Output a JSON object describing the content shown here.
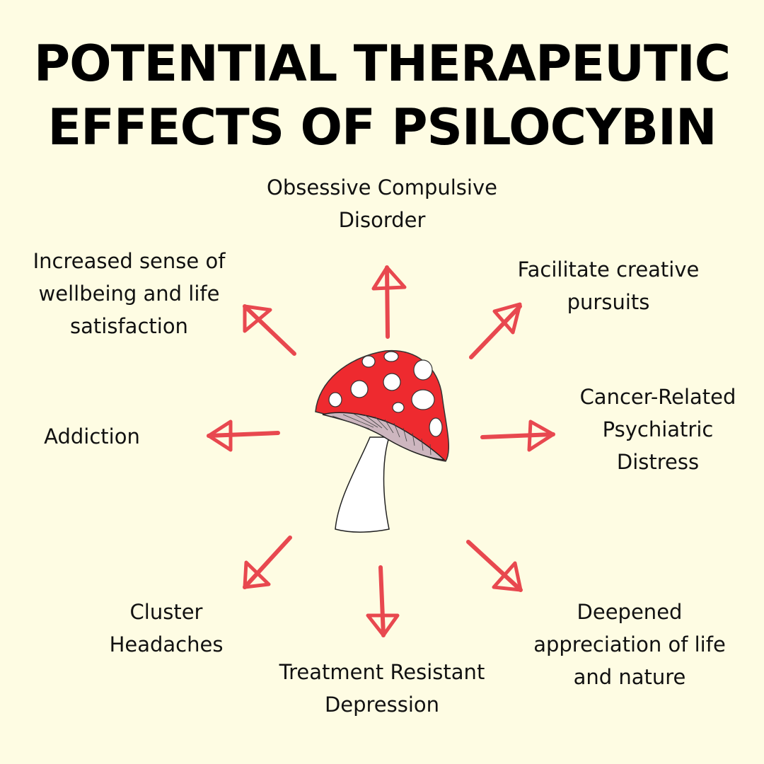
{
  "title": {
    "line1": "POTENTIAL THERAPEUTIC",
    "line2": "EFFECTS OF PSILOCYBIN"
  },
  "effects": [
    {
      "id": "ocd",
      "lines": [
        "Obsessive Compulsive",
        "Disorder"
      ]
    },
    {
      "id": "creative",
      "lines": [
        "Facilitate creative",
        "pursuits"
      ]
    },
    {
      "id": "cancer",
      "lines": [
        "Cancer-Related",
        "Psychiatric",
        "Distress"
      ]
    },
    {
      "id": "appreciation",
      "lines": [
        "Deepened",
        "appreciation of life",
        "and nature"
      ]
    },
    {
      "id": "depression",
      "lines": [
        "Treatment Resistant",
        "Depression"
      ]
    },
    {
      "id": "cluster",
      "lines": [
        "Cluster",
        "Headaches"
      ]
    },
    {
      "id": "addiction",
      "lines": [
        "Addiction"
      ]
    },
    {
      "id": "wellbeing",
      "lines": [
        "Increased sense of",
        "wellbeing and life",
        "satisfaction"
      ]
    }
  ],
  "colors": {
    "background": "#fefce3",
    "arrow": "#e8484f",
    "cap": "#ee2a2f",
    "gills": "#cdb6bf",
    "stem": "#ffffff",
    "text": "#111111"
  },
  "icons": {
    "center": "mushroom-icon",
    "arrow": "arrow-icon"
  }
}
